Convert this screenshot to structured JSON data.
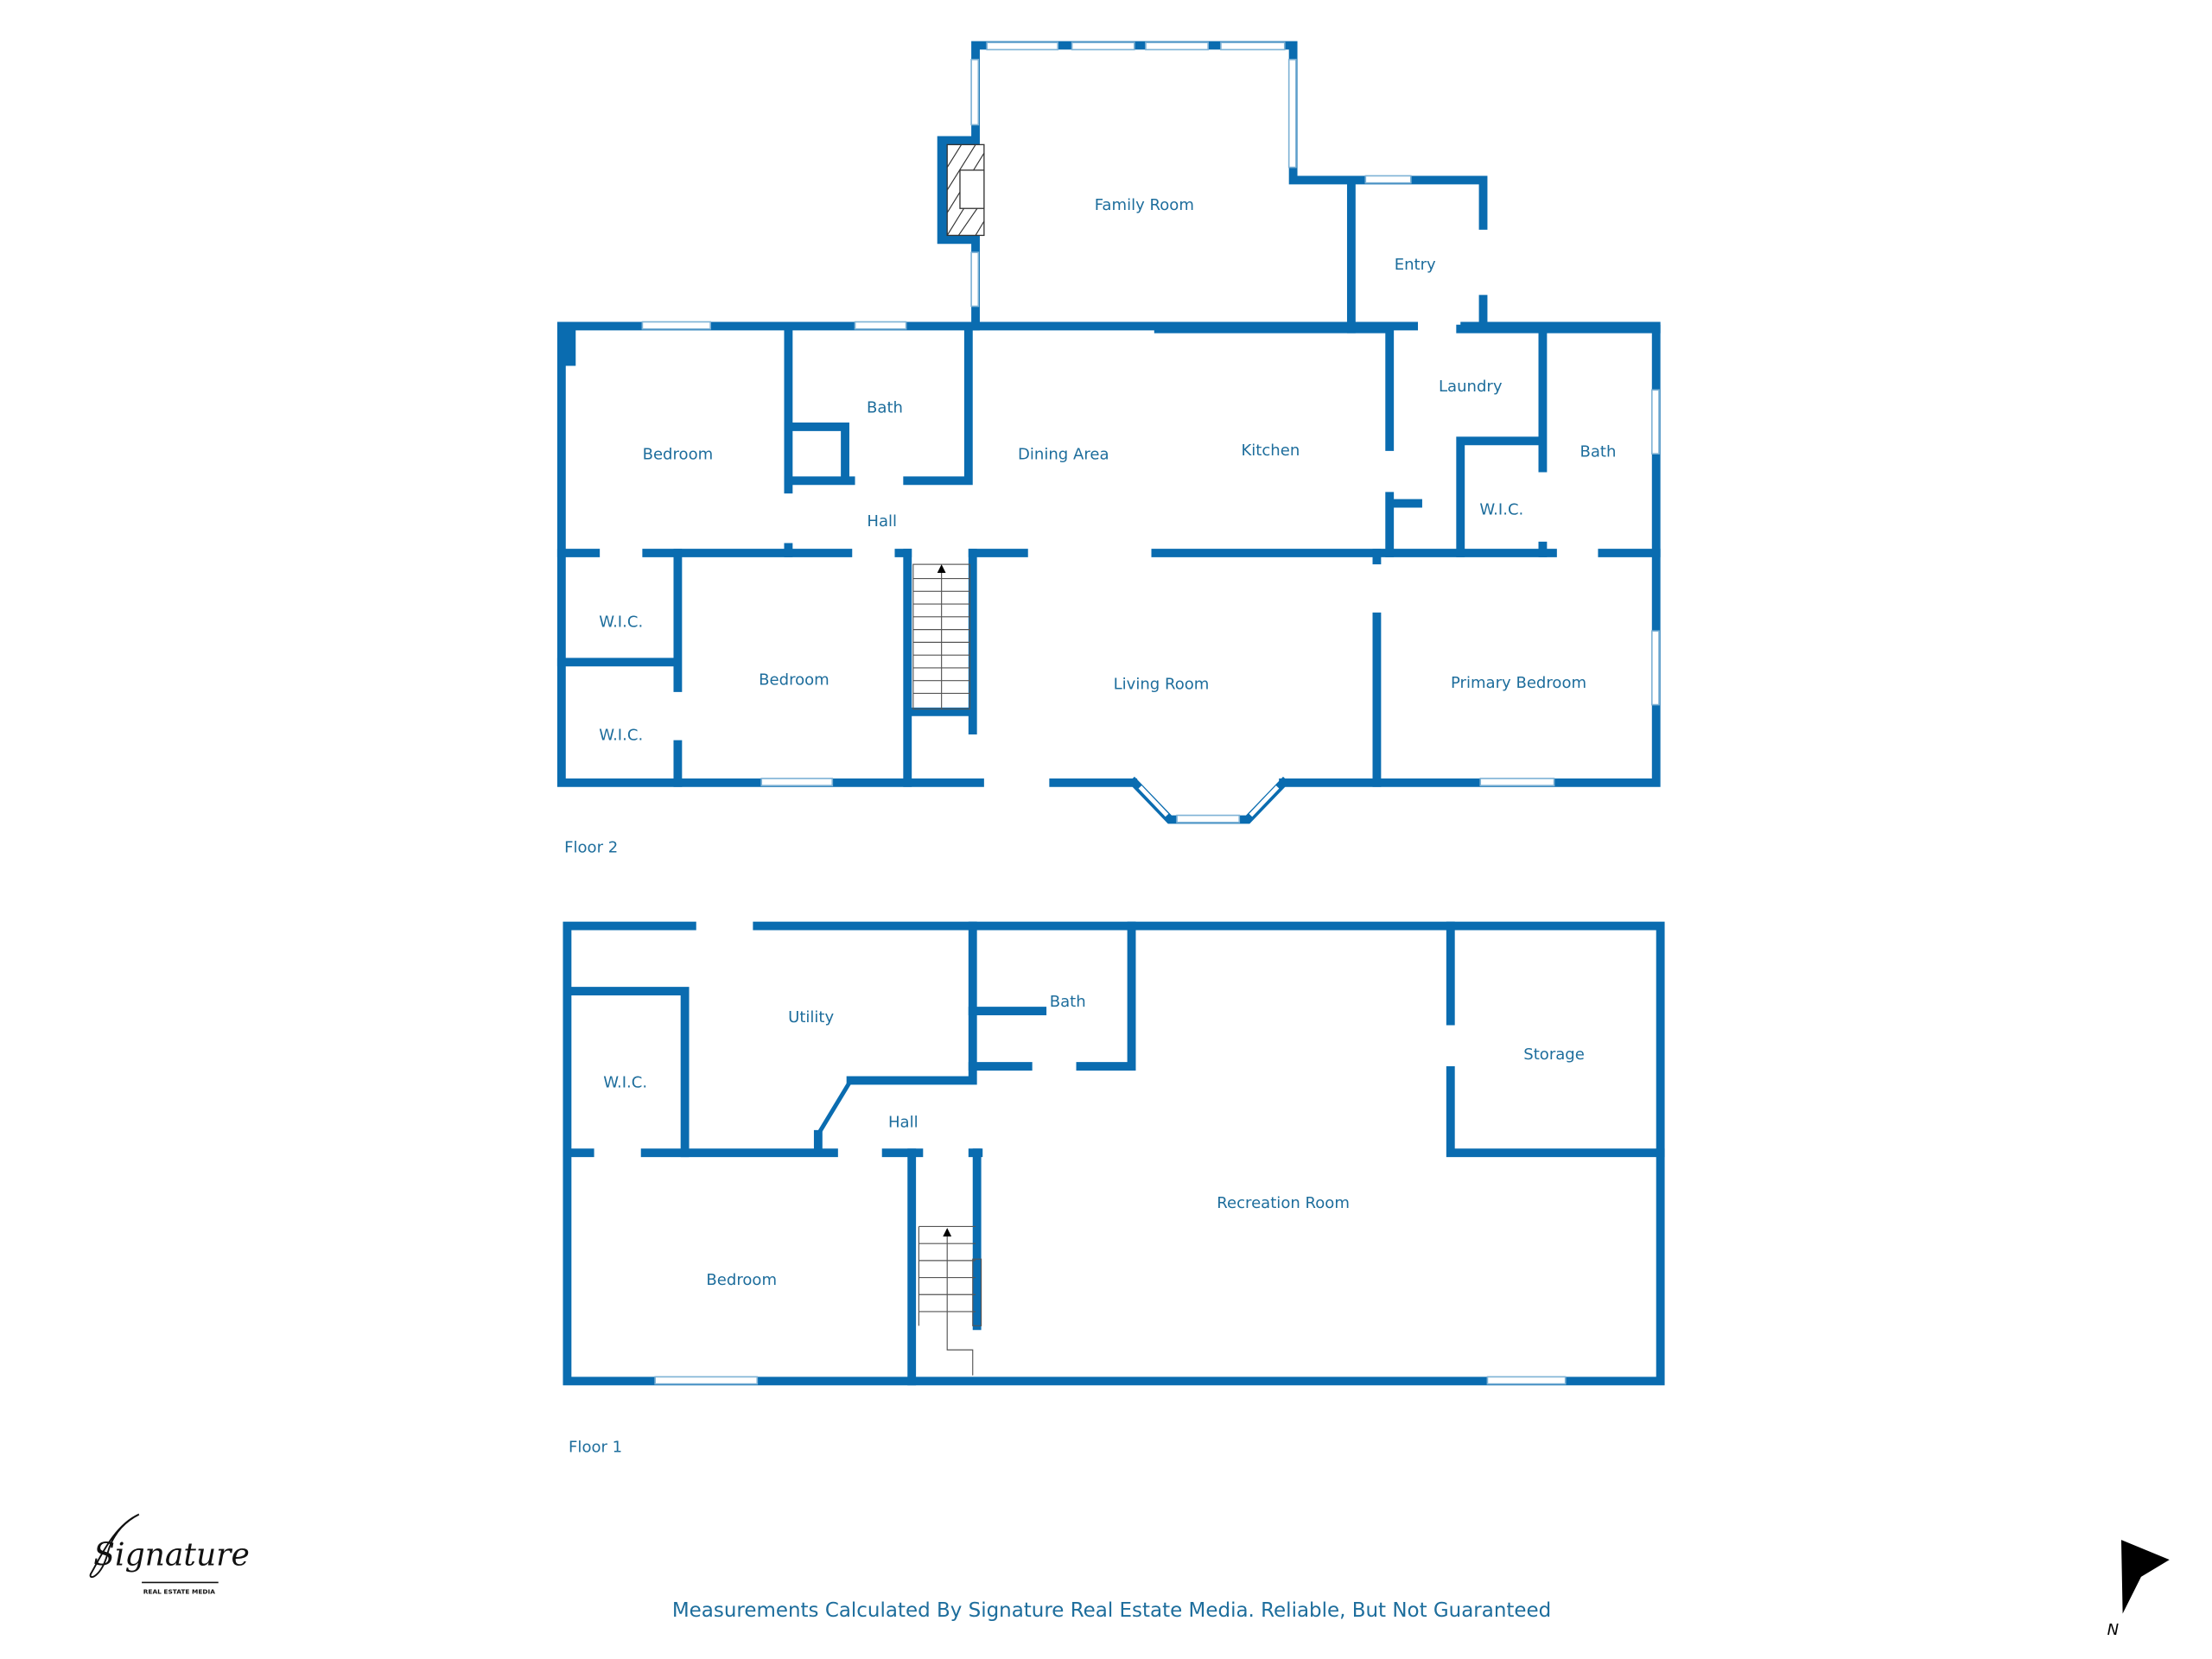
{
  "floor2": {
    "label": "Floor 2",
    "rooms": {
      "family_room": "Family Room",
      "entry": "Entry",
      "bedroom_a": "Bedroom",
      "bath_a": "Bath",
      "dining_area": "Dining Area",
      "kitchen": "Kitchen",
      "laundry": "Laundry",
      "bath_b": "Bath",
      "wic_a": "W.I.C.",
      "hall": "Hall",
      "wic_b": "W.I.C.",
      "bedroom_b": "Bedroom",
      "wic_c": "W.I.C.",
      "living_room": "Living Room",
      "primary_bedroom": "Primary Bedroom"
    }
  },
  "floor1": {
    "label": "Floor 1",
    "rooms": {
      "utility": "Utility",
      "bath": "Bath",
      "storage": "Storage",
      "wic": "W.I.C.",
      "hall": "Hall",
      "recreation_room": "Recreation Room",
      "bedroom": "Bedroom"
    }
  },
  "footer": {
    "disclaimer": "Measurements Calculated By Signature Real Estate Media. Reliable, But Not Guaranteed",
    "logo_text": "Signature",
    "logo_subtext": "REAL ESTATE MEDIA",
    "compass_label": "N"
  },
  "colors": {
    "wall": "#0a6cb0",
    "text": "#1d6d9c"
  }
}
